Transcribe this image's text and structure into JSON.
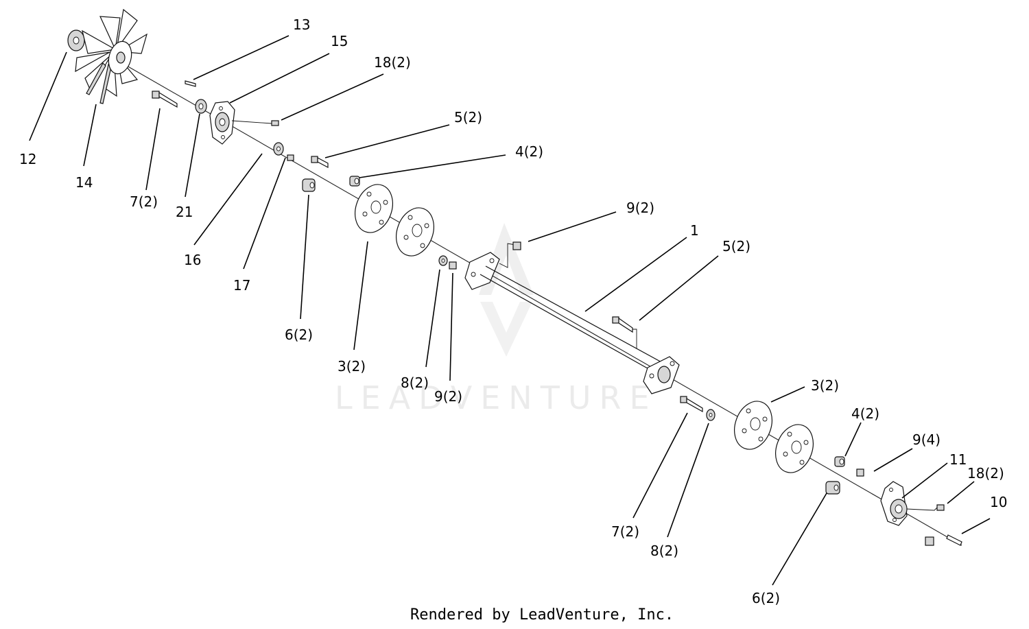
{
  "watermark": {
    "text": "LEADVENTURE"
  },
  "footer": {
    "text": "Rendered by LeadVenture, Inc."
  },
  "callouts": {
    "c13": "13",
    "c15": "15",
    "c18a": "18(2)",
    "c12": "12",
    "c14": "14",
    "c7a": "7(2)",
    "c21": "21",
    "c5a": "5(2)",
    "c4a": "4(2)",
    "c16": "16",
    "c17": "17",
    "c6a": "6(2)",
    "c9a": "9(2)",
    "c1": "1",
    "c5b": "5(2)",
    "c3a": "3(2)",
    "c8a": "8(2)",
    "c9b": "9(2)",
    "c3b": "3(2)",
    "c4b": "4(2)",
    "c9c": "9(4)",
    "c11": "11",
    "c18b": "18(2)",
    "c10": "10",
    "c7b": "7(2)",
    "c8b": "8(2)",
    "c6b": "6(2)"
  }
}
